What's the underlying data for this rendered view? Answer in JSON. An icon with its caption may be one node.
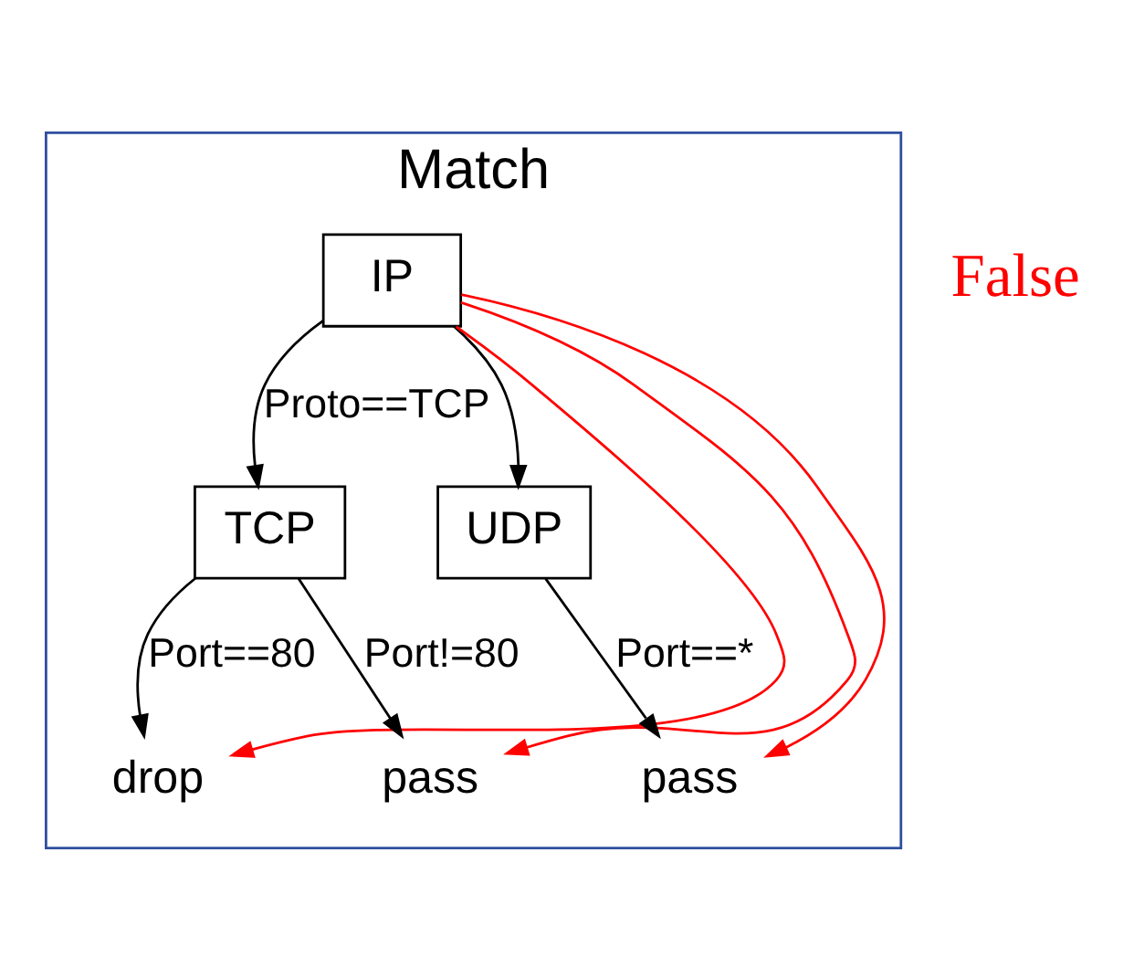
{
  "diagram": {
    "nodes": [
      {
        "text": [
          "Match"
        ]
      },
      {
        "text": [
          "IP"
        ],
        "in": 0
      },
      {
        "text": [
          "TCP"
        ],
        "in": 0
      },
      {
        "text": [
          "UDP"
        ],
        "in": 0
      },
      {
        "text": [
          "drop"
        ],
        "in": 0
      },
      {
        "text": [
          "pass"
        ],
        "in": 0
      },
      {
        "text": [
          "pass"
        ],
        "in": 0
      }
    ],
    "edges": [
      {
        "from": 1,
        "to": 2,
        "arrow": "to",
        "label": "Proto==TCP"
      },
      {
        "from": 1,
        "to": 3,
        "arrow": "to"
      },
      {
        "from": 2,
        "to": 4,
        "arrow": "to",
        "label": "Port==80"
      },
      {
        "from": 2,
        "to": 5,
        "arrow": "to",
        "label": "Port!=80"
      },
      {
        "from": 3,
        "to": 6,
        "arrow": "to",
        "label": "Port==*"
      },
      {
        "from": 1,
        "to": 4,
        "arrow": "to",
        "color": "#ff0000"
      },
      {
        "from": 1,
        "to": 5,
        "arrow": "to",
        "color": "#ff0000"
      },
      {
        "from": 1,
        "to": 6,
        "arrow": "to",
        "color": "#ff0000"
      }
    ],
    "labels": [
      "False"
    ]
  }
}
